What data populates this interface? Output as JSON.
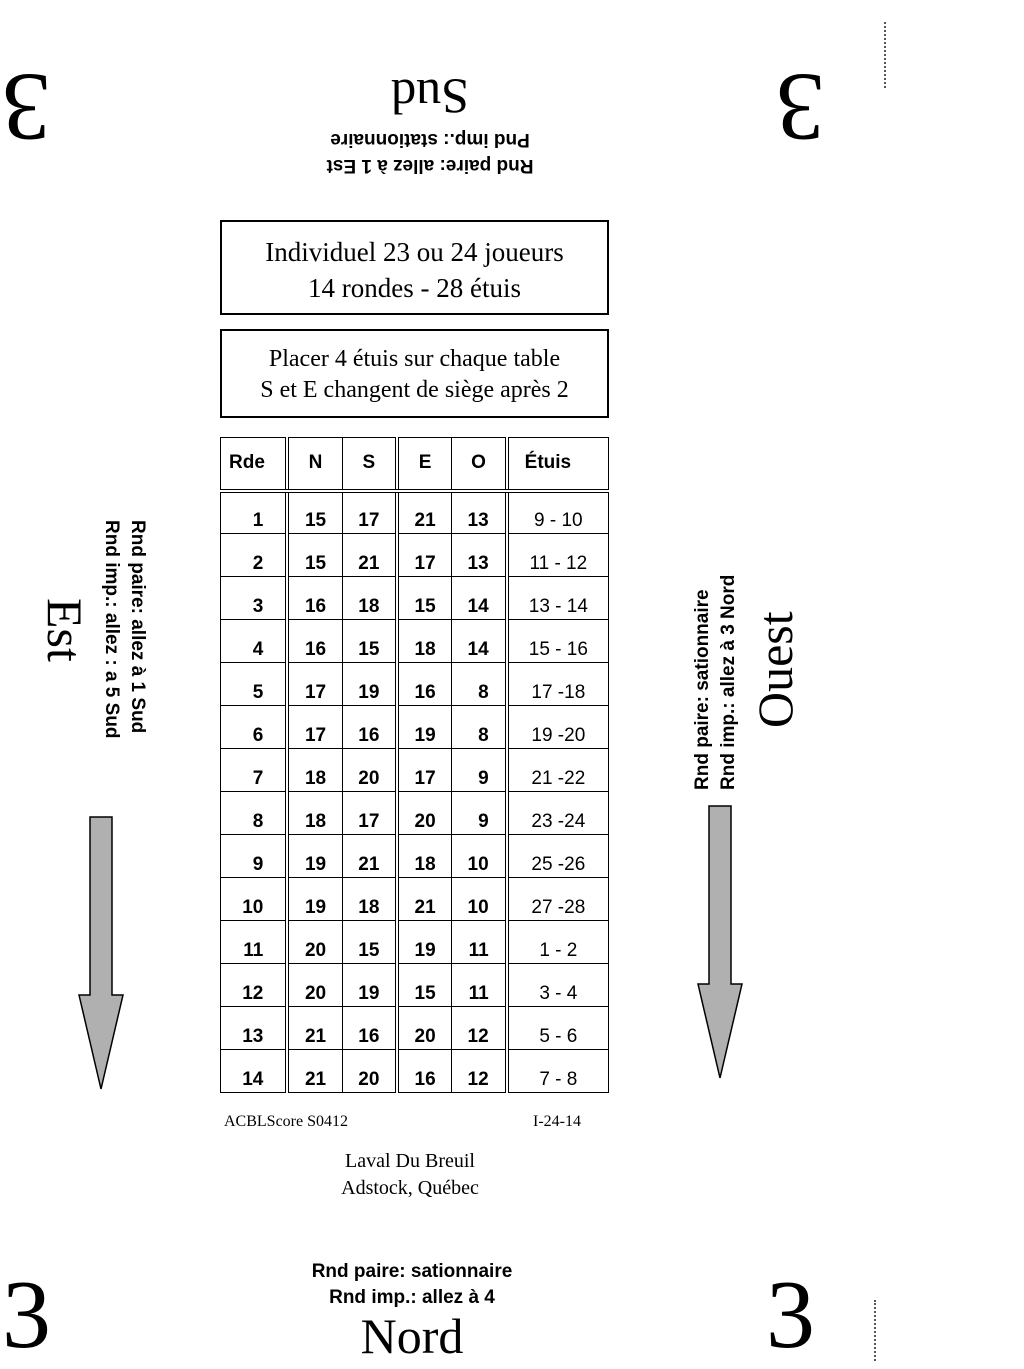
{
  "corners": {
    "tl": "3",
    "tr": "3",
    "bl": "3",
    "br": "3"
  },
  "sud": {
    "label": "Sud",
    "line1": "Rnd paire: allez à 1 Est",
    "line2": "Pnd imp.: stationnaire"
  },
  "est": {
    "label": "Est",
    "line1": "Rnd paire: allez à 1 Sud",
    "line2": "Rnd imp.: allez : a 5 Sud"
  },
  "ouest": {
    "label": "Ouest",
    "line1": "Rnd paire: sationnaire",
    "line2": "Rnd imp.: allez à 3 Nord"
  },
  "nord": {
    "label": "Nord",
    "line1": "Rnd paire: sationnaire",
    "line2": "Rnd imp.: allez à 4"
  },
  "title_box": {
    "line1": "Individuel 23 ou 24 joueurs",
    "line2": "14 rondes - 28 étuis"
  },
  "info_box": {
    "line1": "Placer 4 étuis sur chaque table",
    "line2": "S et E changent de siège après 2"
  },
  "table": {
    "headers": [
      "Rde",
      "N",
      "S",
      "E",
      "O",
      "Étuis"
    ],
    "rows": [
      [
        "1",
        "15",
        "17",
        "21",
        "13",
        "9 - 10"
      ],
      [
        "2",
        "15",
        "21",
        "17",
        "13",
        "11 - 12"
      ],
      [
        "3",
        "16",
        "18",
        "15",
        "14",
        "13 - 14"
      ],
      [
        "4",
        "16",
        "15",
        "18",
        "14",
        "15 - 16"
      ],
      [
        "5",
        "17",
        "19",
        "16",
        "8",
        "17 -18"
      ],
      [
        "6",
        "17",
        "16",
        "19",
        "8",
        "19 -20"
      ],
      [
        "7",
        "18",
        "20",
        "17",
        "9",
        "21 -22"
      ],
      [
        "8",
        "18",
        "17",
        "20",
        "9",
        "23 -24"
      ],
      [
        "9",
        "19",
        "21",
        "18",
        "10",
        "25 -26"
      ],
      [
        "10",
        "19",
        "18",
        "21",
        "10",
        "27 -28"
      ],
      [
        "11",
        "20",
        "15",
        "19",
        "11",
        "1 - 2"
      ],
      [
        "12",
        "20",
        "19",
        "15",
        "11",
        "3 - 4"
      ],
      [
        "13",
        "21",
        "16",
        "20",
        "12",
        "5 - 6"
      ],
      [
        "14",
        "21",
        "20",
        "16",
        "12",
        "7 - 8"
      ]
    ]
  },
  "footer": {
    "left": "ACBLScore S0412",
    "right": "I-24-14"
  },
  "venue": {
    "line1": "Laval Du Breuil",
    "line2": "Adstock, Québec"
  },
  "colors": {
    "arrow_fill": "#b0b0b0",
    "arrow_stroke": "#000000"
  }
}
